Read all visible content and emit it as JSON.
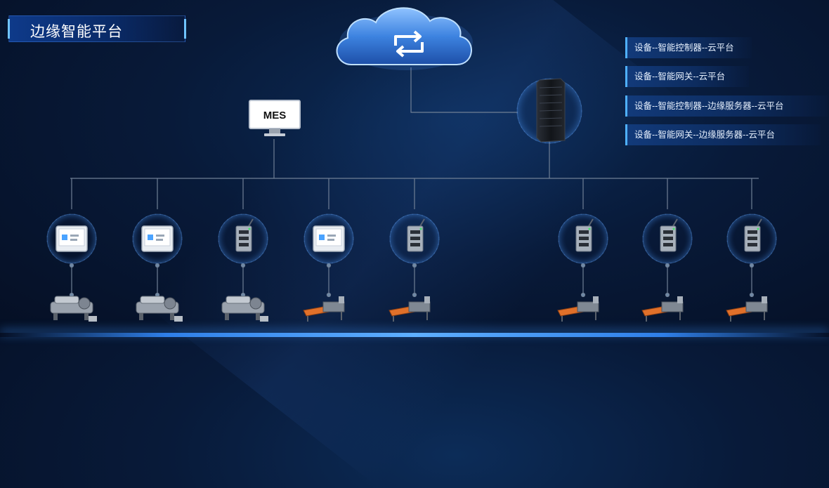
{
  "title": "边缘智能平台",
  "mes_label": "MES",
  "legend": [
    "设备--智能控制器--云平台",
    "设备--智能网关--云平台",
    "设备--智能控制器--边缘服务器--云平台",
    "设备--智能网关--边缘服务器--云平台"
  ],
  "nodes": [
    {
      "device_type": "controller-panel",
      "machine": "grey-machine"
    },
    {
      "device_type": "controller-panel",
      "machine": "grey-machine"
    },
    {
      "device_type": "gateway",
      "machine": "grey-machine"
    },
    {
      "device_type": "controller-panel",
      "machine": "orange-conveyor"
    },
    {
      "device_type": "gateway",
      "machine": "orange-conveyor"
    },
    {
      "device_type": "gateway",
      "machine": "orange-conveyor"
    },
    {
      "device_type": "gateway",
      "machine": "orange-conveyor"
    },
    {
      "device_type": "gateway",
      "machine": "orange-conveyor"
    }
  ],
  "colors": {
    "accent": "#4fb0ff",
    "line": "#6f7f95",
    "cloud": "#3d83e0",
    "machine_orange": "#e0702a"
  },
  "icons": [
    "cloud-sync-icon",
    "server-icon",
    "monitor-icon"
  ]
}
